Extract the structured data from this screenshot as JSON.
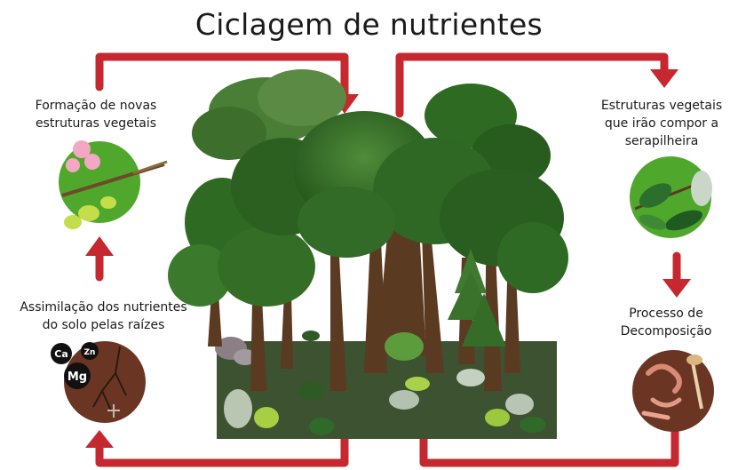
{
  "title": "Ciclagem de nutrientes",
  "stages": {
    "top_left": {
      "lines": [
        "Formação de novas",
        "estruturas vegetais"
      ],
      "icon": "flower-branch-icon"
    },
    "top_right": {
      "lines": [
        "Estruturas vegetais",
        "que irão compor a",
        "serapilheira"
      ],
      "icon": "leaves-icon"
    },
    "bottom_right": {
      "lines": [
        "Processo de",
        "Decomposição"
      ],
      "icon": "decomposition-icon"
    },
    "bottom_left": {
      "lines": [
        "Assimilação dos nutrientes",
        "do solo pelas raízes"
      ],
      "icon": "soil-roots-icon"
    }
  },
  "nutrients": [
    "Ca",
    "Zn",
    "Mg"
  ],
  "colors": {
    "arrow": "#c5282f",
    "forest_floor": "#3c5230",
    "canopy": "#2f6a22",
    "trunk": "#5b3a22",
    "soil": "#6b3524"
  }
}
